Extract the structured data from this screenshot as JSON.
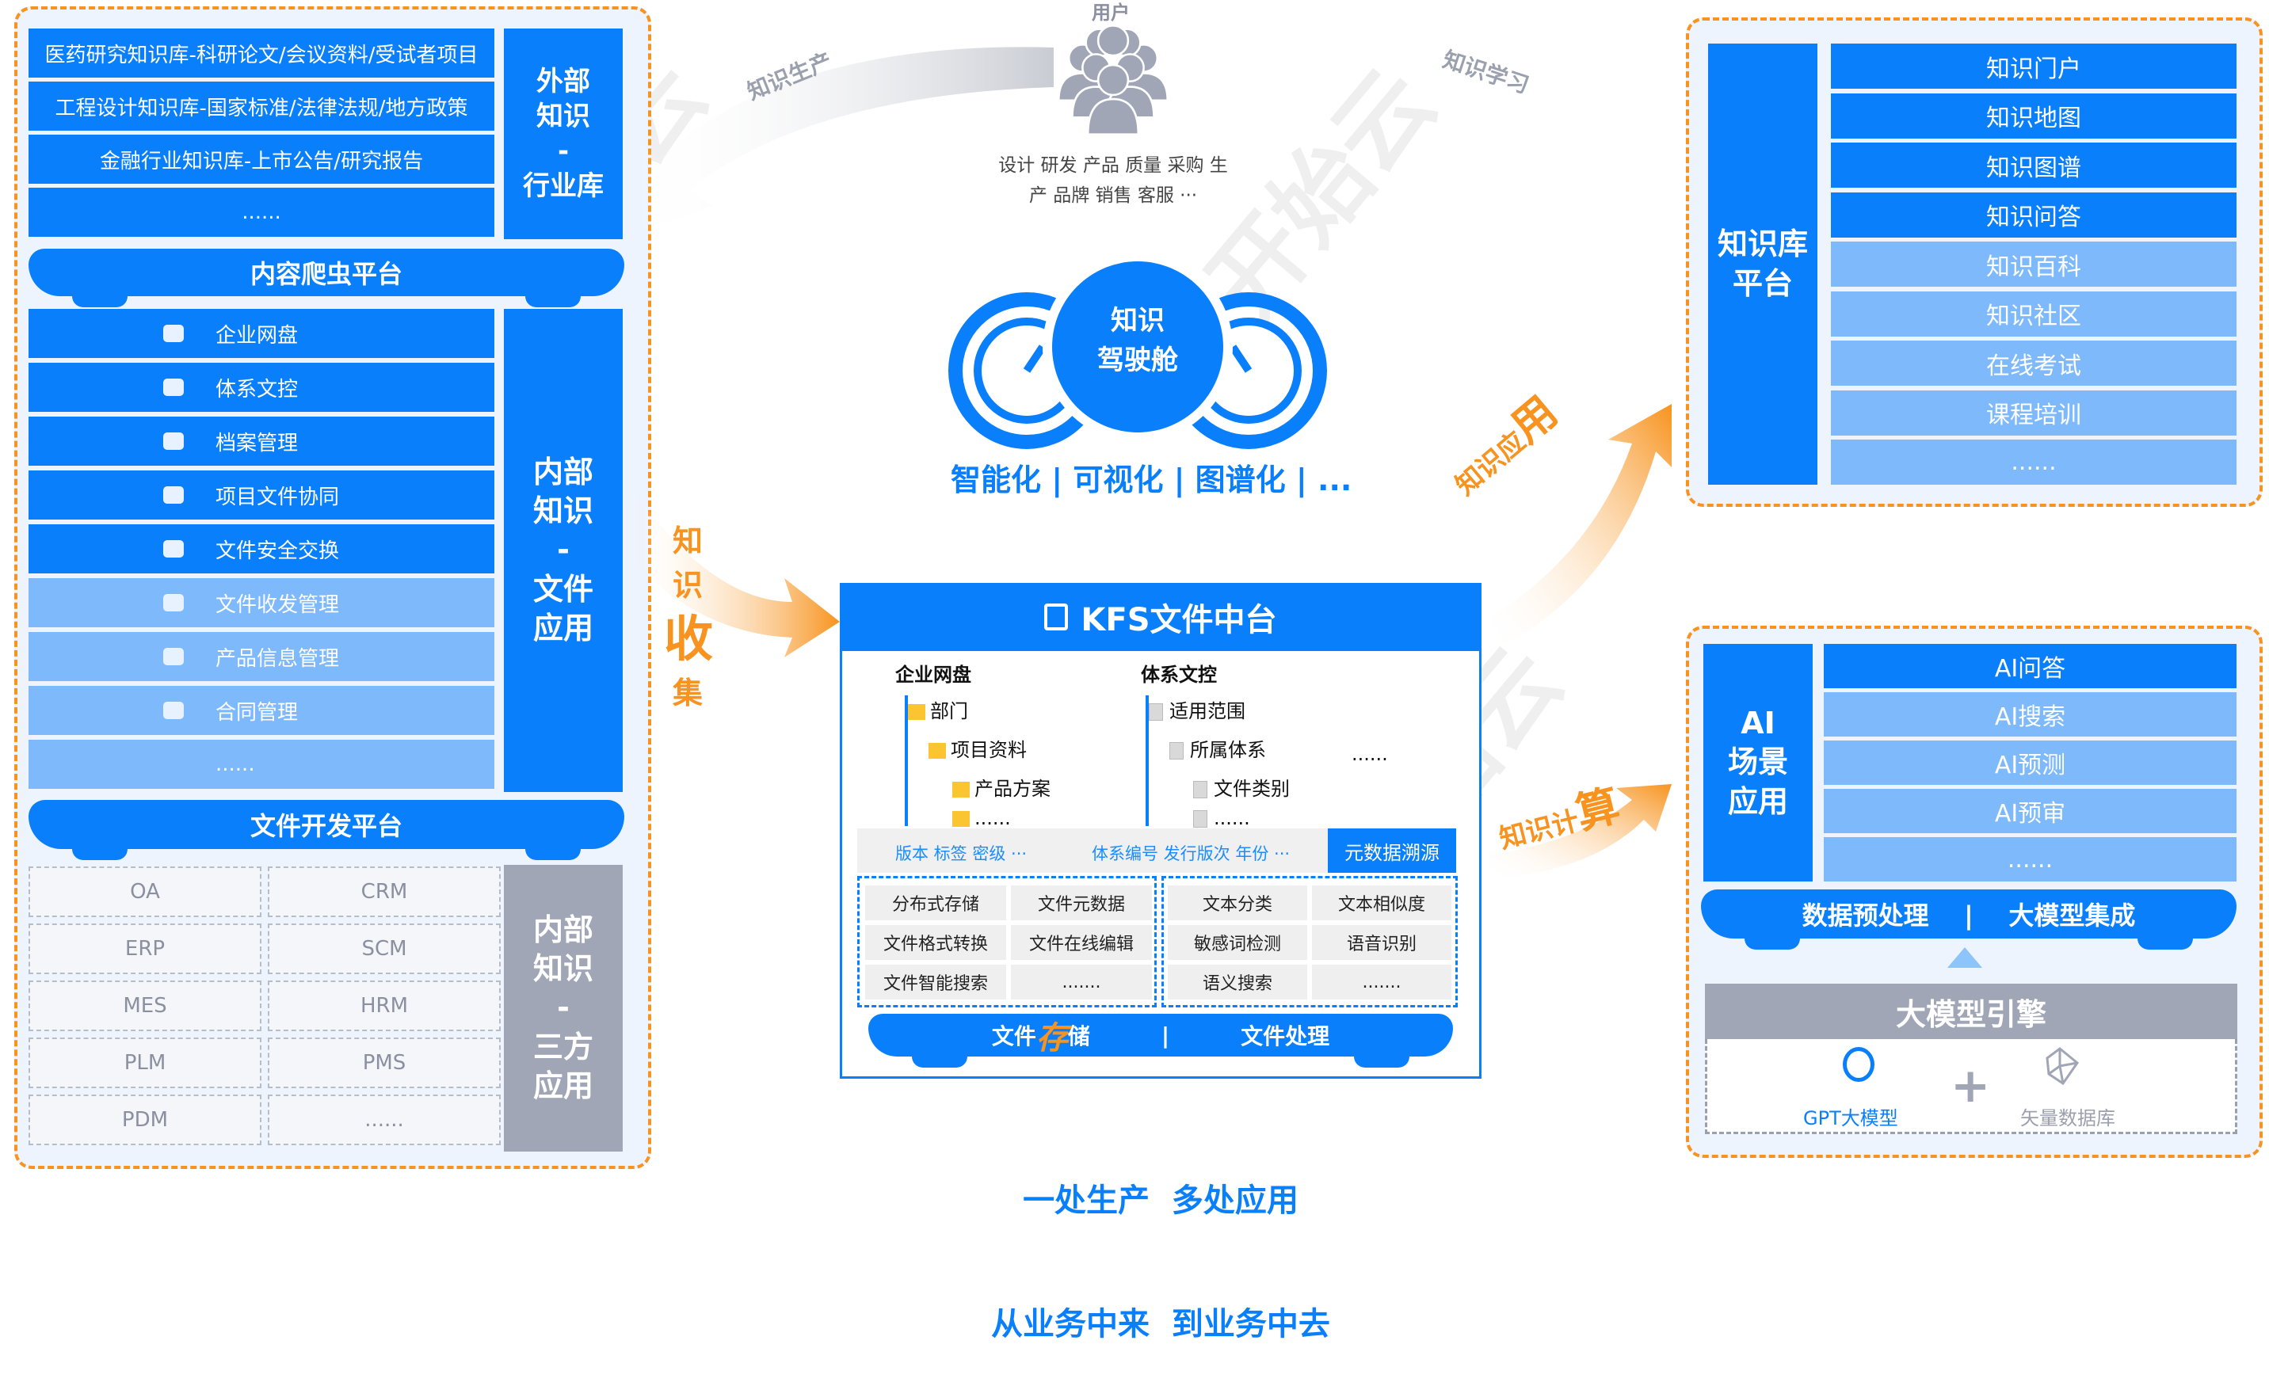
{
  "left": {
    "external": {
      "rows": [
        "医药研究知识库-科研论文/会议资料/受试者项目",
        "工程设计知识库-国家标准/法律法规/地方政策",
        "金融行业知识库-上市公告/研究报告",
        "......"
      ],
      "side": "外部\n知识\n-\n行业库"
    },
    "crawler_bar": "内容爬虫平台",
    "internal": {
      "rows": [
        {
          "label": "企业网盘",
          "icon": "cloud-icon",
          "shade": "dark"
        },
        {
          "label": "体系文控",
          "icon": "folder-doc-icon",
          "shade": "dark"
        },
        {
          "label": "档案管理",
          "icon": "archive-icon",
          "shade": "dark"
        },
        {
          "label": "项目文件协同",
          "icon": "doc-collab-icon",
          "shade": "dark"
        },
        {
          "label": "文件安全交换",
          "icon": "box-icon",
          "shade": "dark"
        },
        {
          "label": "文件收发管理",
          "icon": "box-icon",
          "shade": "light"
        },
        {
          "label": "产品信息管理",
          "icon": "box-icon",
          "shade": "light"
        },
        {
          "label": "合同管理",
          "icon": "box-icon",
          "shade": "light"
        },
        {
          "label": "......",
          "icon": "",
          "shade": "light"
        }
      ],
      "side": "内部\n知识\n-\n文件\n应用"
    },
    "dev_bar": "文件开发平台",
    "third": {
      "cells": [
        "OA",
        "CRM",
        "ERP",
        "SCM",
        "MES",
        "HRM",
        "PLM",
        "PMS",
        "PDM",
        "......"
      ],
      "side": "内部\n知识\n-\n三方\n应用"
    }
  },
  "center": {
    "users_label": "用户",
    "roles_line1": "设计 研发 产品 质量 采购 生",
    "roles_line2": "产 品牌 销售 客服 ···",
    "knowledge_production": "知识生产",
    "knowledge_learning": "知识学习",
    "cockpit_line1": "知识",
    "cockpit_line2": "驾驶舱",
    "tagline": "智能化 | 可视化 | 图谱化 | ...",
    "collect": [
      "知",
      "识",
      "收",
      "集"
    ],
    "kfs": {
      "title": "KFS文件中台",
      "disk_title": "企业网盘",
      "disk_tree": [
        "部门",
        "项目资料",
        "产品方案",
        "......"
      ],
      "doc_title": "体系文控",
      "doc_tree": [
        "适用范围",
        "所属体系",
        "文件类别",
        "......"
      ],
      "doc_more": "......",
      "meta_left": "版本 标签 密级 ···",
      "meta_mid": "体系编号 发行版次 年份 ···",
      "meta_trace": "元数据溯源",
      "storage_cells": [
        "分布式存储",
        "文件元数据",
        "文件格式转换",
        "文件在线编辑",
        "文件智能搜索",
        "......."
      ],
      "process_cells": [
        "文本分类",
        "文本相似度",
        "敏感词检测",
        "语音识别",
        "语义搜索",
        "......."
      ],
      "bar_storage_a": "文件",
      "bar_storage_b": "存",
      "bar_storage_c": "储",
      "bar_process": "文件处理"
    },
    "slogan1": "一处生产  多处应用",
    "slogan2": "从业务中来  到业务中去"
  },
  "right_top": {
    "arrow_a": "知识应",
    "arrow_b": "用",
    "side": "知识库\n平台",
    "rows": [
      {
        "label": "知识门户",
        "shade": "dark"
      },
      {
        "label": "知识地图",
        "shade": "dark"
      },
      {
        "label": "知识图谱",
        "shade": "dark"
      },
      {
        "label": "知识问答",
        "shade": "dark"
      },
      {
        "label": "知识百科",
        "shade": "light"
      },
      {
        "label": "知识社区",
        "shade": "light"
      },
      {
        "label": "在线考试",
        "shade": "light"
      },
      {
        "label": "课程培训",
        "shade": "light"
      },
      {
        "label": "......",
        "shade": "light"
      }
    ]
  },
  "right_bottom": {
    "arrow_a": "知识计",
    "arrow_b": "算",
    "side": "AI\n场景\n应用",
    "rows": [
      {
        "label": "AI问答",
        "shade": "dark"
      },
      {
        "label": "AI搜索",
        "shade": "light"
      },
      {
        "label": "AI预测",
        "shade": "light"
      },
      {
        "label": "AI预审",
        "shade": "light"
      },
      {
        "label": "......",
        "shade": "light"
      }
    ],
    "bar": "数据预处理    |    大模型集成",
    "engine_title": "大模型引擎",
    "gpt": "GPT大模型",
    "plus": "+",
    "vector": "矢量数据库"
  },
  "watermark": "开始云",
  "colors": {
    "blue": "#0a7ffb",
    "light_blue": "#7db9fb",
    "orange": "#f7931e",
    "grey": "#a0a6b6"
  }
}
